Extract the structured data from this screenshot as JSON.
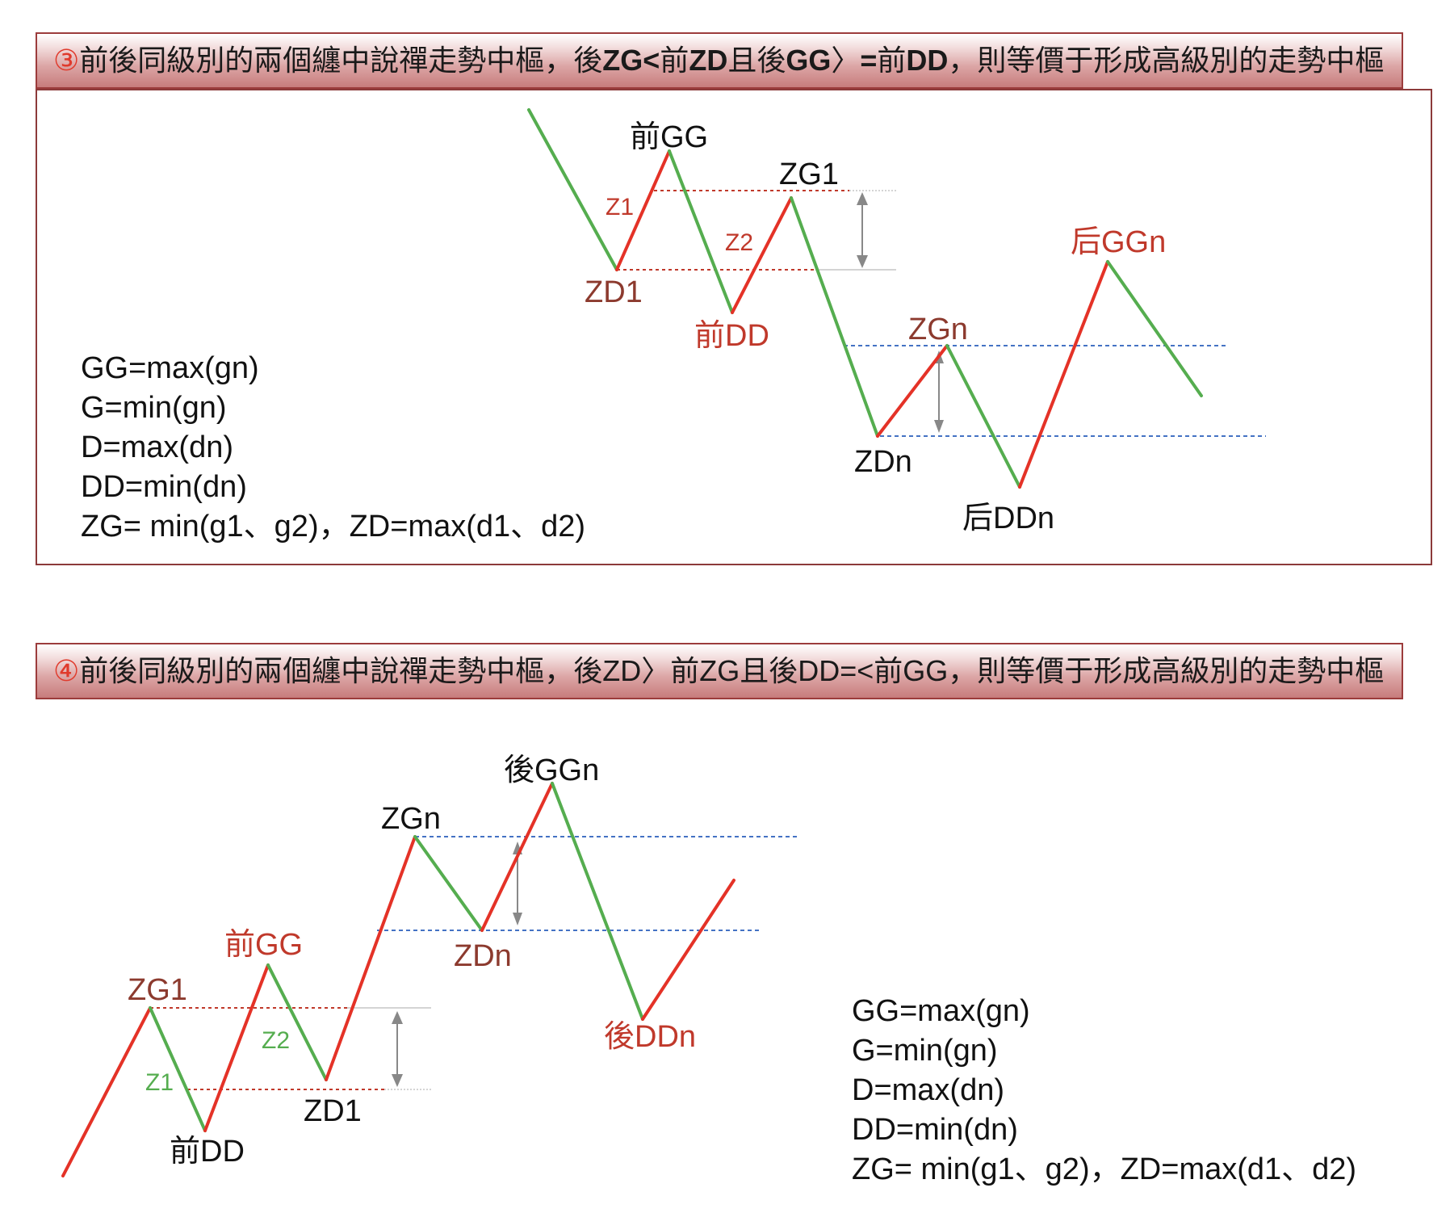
{
  "colors": {
    "up": "#e43227",
    "down": "#55ad4f",
    "red_dots": "#c0392b",
    "blue_dots": "#4472c4",
    "arrow": "#888888",
    "label_brown": "#8c3a2e",
    "label_red": "#c0392b",
    "label_green": "#55ad4f",
    "label_black": "#111111"
  },
  "section3": {
    "banner": {
      "num": "③",
      "parts": [
        {
          "text": "前後同級別的兩個纏中說禪走勢中樞，後",
          "bold": false
        },
        {
          "text": "ZG<",
          "bold": true
        },
        {
          "text": "前",
          "bold": false
        },
        {
          "text": "ZD",
          "bold": true
        },
        {
          "text": "且後",
          "bold": false
        },
        {
          "text": "GG",
          "bold": true
        },
        {
          "text": "〉",
          "bold": false
        },
        {
          "text": "=",
          "bold": true
        },
        {
          "text": "前",
          "bold": false
        },
        {
          "text": "DD",
          "bold": true
        },
        {
          "text": "，則等價于形成高級別的走勢中樞",
          "bold": false
        }
      ]
    },
    "labels": {
      "qian_gg": "前GG",
      "zg1": "ZG1",
      "z1": "Z1",
      "z2": "Z2",
      "zd1": "ZD1",
      "qian_dd": "前DD",
      "hou_ggn": "后GGn",
      "zgn": "ZGn",
      "zdn": "ZDn",
      "hou_ddn": "后DDn"
    },
    "formulas": [
      "GG=max(gn)",
      "G=min(gn)",
      "D=max(dn)",
      "DD=min(dn)",
      "ZG= min(g1、g2)，ZD=max(d1、d2)"
    ]
  },
  "section4": {
    "banner": {
      "num": "④",
      "parts": [
        {
          "text": "前後同級別的兩個纏中說禪走勢中樞，後ZD〉前ZG且後DD=<前GG，則等價于形成高級別的走勢中樞",
          "bold": false
        }
      ]
    },
    "labels": {
      "zg1": "ZG1",
      "qian_gg": "前GG",
      "z2": "Z2",
      "z1": "Z1",
      "zd1": "ZD1",
      "qian_dd": "前DD",
      "zgn": "ZGn",
      "hou_ggn": "後GGn",
      "zdn": "ZDn",
      "hou_ddn": "後DDn"
    },
    "formulas": [
      "GG=max(gn)",
      "G=min(gn)",
      "D=max(dn)",
      "DD=min(dn)",
      "ZG= min(g1、g2)，ZD=max(d1、d2)"
    ]
  }
}
